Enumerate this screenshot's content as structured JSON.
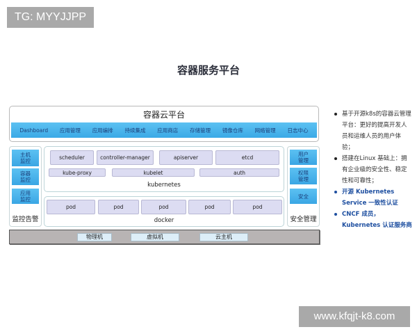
{
  "watermarks": {
    "top": "TG: MYYJJPP",
    "bottom": "www.kfqjt-k8.com"
  },
  "title": "容器服务平台",
  "platform": {
    "title": "容器云平台",
    "menu": [
      "Dashboard",
      "应用管理",
      "应用编排",
      "持续集成",
      "应用商店",
      "存储管理",
      "镜像仓库",
      "网络管理",
      "日志中心"
    ]
  },
  "monitoring": {
    "items": [
      "主机\n监控",
      "容器\n监控",
      "应用\n监控"
    ],
    "caption": "监控告警"
  },
  "security": {
    "items": [
      "用户\n管理",
      "权限\n管理",
      "安全"
    ],
    "caption": "安全管理"
  },
  "kubernetes": {
    "label": "kubernetes",
    "row1": [
      "scheduler",
      "controller-manager",
      "apiserver",
      "etcd"
    ],
    "row2": [
      "kube-proxy",
      "kubelet",
      "auth"
    ]
  },
  "docker": {
    "label": "docker",
    "pods": [
      "pod",
      "pod",
      "pod",
      "pod",
      "pod"
    ]
  },
  "infrastructure": [
    "物理机",
    "虚拟机",
    "云主机"
  ],
  "notes": [
    {
      "text": "基于开源k8s的容器云管理平台：更好的提高开发人员和运维人员的用户体验；",
      "highlight": false
    },
    {
      "text": "搭建在Linux 基础上：拥有企业级的安全性、稳定性和可靠性；",
      "highlight": false
    },
    {
      "text": "开源 Kubernetes Service 一致性认证",
      "highlight": true
    },
    {
      "text": "CNCF 成员，Kubernetes 认证服务商",
      "highlight": true
    }
  ],
  "colors": {
    "menu_blue": "#4bb5ee",
    "menu_text": "#1c3f7a",
    "component_fill": "#dcdcf2",
    "infra_gray": "#b8b4b4",
    "highlight_text": "#1e4fa0"
  }
}
